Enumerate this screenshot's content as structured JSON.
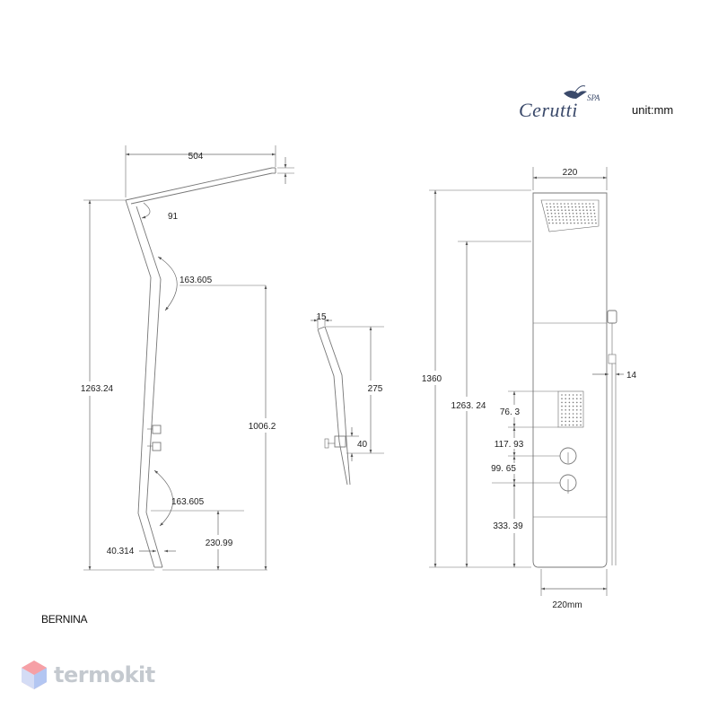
{
  "brand": {
    "name": "Cerutti",
    "suffix": "SPA"
  },
  "unit_label": "unit:mm",
  "model_name": "BERNINA",
  "watermark": "termokit",
  "side_view": {
    "top_width": "504",
    "top_angle": "91",
    "upper_bend": "163.605",
    "lower_bend": "163.605",
    "total_height": "1263.24",
    "upper_segment": "1006.2",
    "lower_segment": "230.99",
    "bottom_offset": "40.314"
  },
  "handset_view": {
    "head_width": "15",
    "length": "275",
    "holder": "40"
  },
  "front_view": {
    "top_width": "220",
    "total_height": "1360",
    "body_height": "1263. 24",
    "jets_height": "76. 3",
    "knob_1": "117. 93",
    "knob_2": "99. 65",
    "bottom_height": "333. 39",
    "hose_offset": "14",
    "bottom_width": "220mm"
  },
  "colors": {
    "line": "#6a6a6a",
    "logo": "#3b4a6b",
    "watermark": "#c4c9cf"
  },
  "icons": [
    "bird-logo-icon",
    "termokit-cube-icon"
  ]
}
